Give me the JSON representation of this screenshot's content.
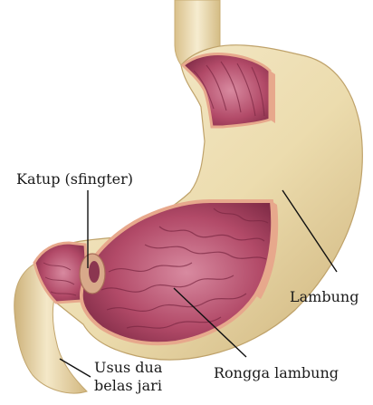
{
  "diagram": {
    "labels": {
      "valve": "Katup (sfingter)",
      "stomach": "Lambung",
      "duodenum_line1": "Usus dua",
      "duodenum_line2": "belas jari",
      "cavity": "Rongga lambung"
    },
    "colors": {
      "outer_wall": "#ecdcae",
      "outer_wall_shade": "#d4bc84",
      "outer_wall_light": "#f6ecd0",
      "inner_lining": "#b24a68",
      "inner_lining_dark": "#7e2a45",
      "inner_lining_light": "#d88aa0",
      "cut_edge": "#e7a88c",
      "leader_line": "#111111"
    }
  }
}
